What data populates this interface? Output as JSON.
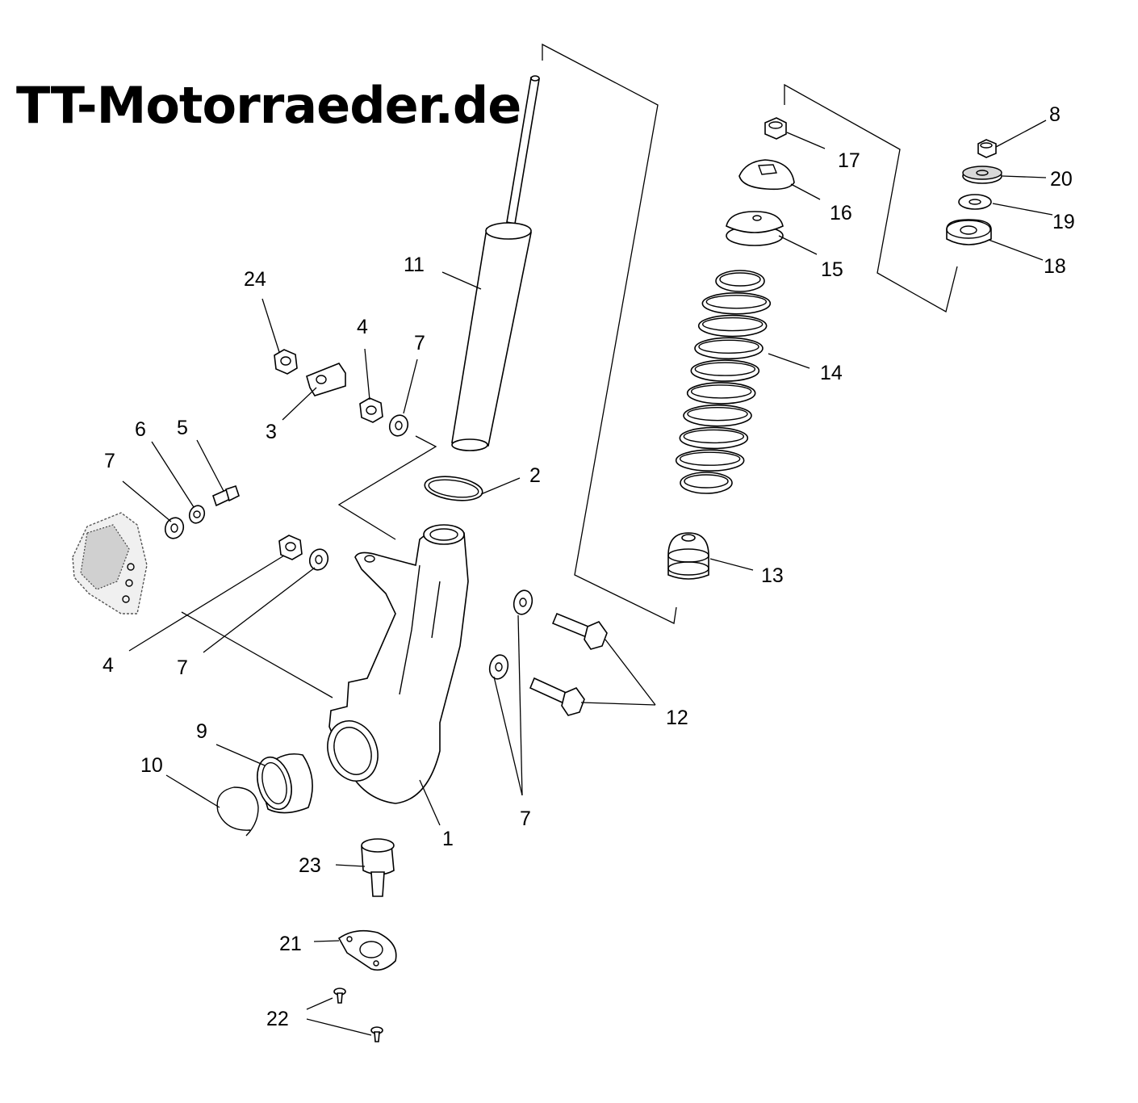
{
  "watermark": {
    "text": "TT-Motorraeder.de"
  },
  "diagram": {
    "callouts": [
      {
        "id": "c1",
        "text": "1"
      },
      {
        "id": "c2",
        "text": "2"
      },
      {
        "id": "c3",
        "text": "3"
      },
      {
        "id": "c4a",
        "text": "4"
      },
      {
        "id": "c4b",
        "text": "4"
      },
      {
        "id": "c5",
        "text": "5"
      },
      {
        "id": "c6",
        "text": "6"
      },
      {
        "id": "c7a",
        "text": "7"
      },
      {
        "id": "c7b",
        "text": "7"
      },
      {
        "id": "c7c",
        "text": "7"
      },
      {
        "id": "c7d",
        "text": "7"
      },
      {
        "id": "c8",
        "text": "8"
      },
      {
        "id": "c9",
        "text": "9"
      },
      {
        "id": "c10",
        "text": "10"
      },
      {
        "id": "c11",
        "text": "11"
      },
      {
        "id": "c12",
        "text": "12"
      },
      {
        "id": "c13",
        "text": "13"
      },
      {
        "id": "c14",
        "text": "14"
      },
      {
        "id": "c15",
        "text": "15"
      },
      {
        "id": "c16",
        "text": "16"
      },
      {
        "id": "c17",
        "text": "17"
      },
      {
        "id": "c18",
        "text": "18"
      },
      {
        "id": "c19",
        "text": "19"
      },
      {
        "id": "c20",
        "text": "20"
      },
      {
        "id": "c21",
        "text": "21"
      },
      {
        "id": "c22",
        "text": "22"
      },
      {
        "id": "c23",
        "text": "23"
      },
      {
        "id": "c24",
        "text": "24"
      }
    ]
  }
}
